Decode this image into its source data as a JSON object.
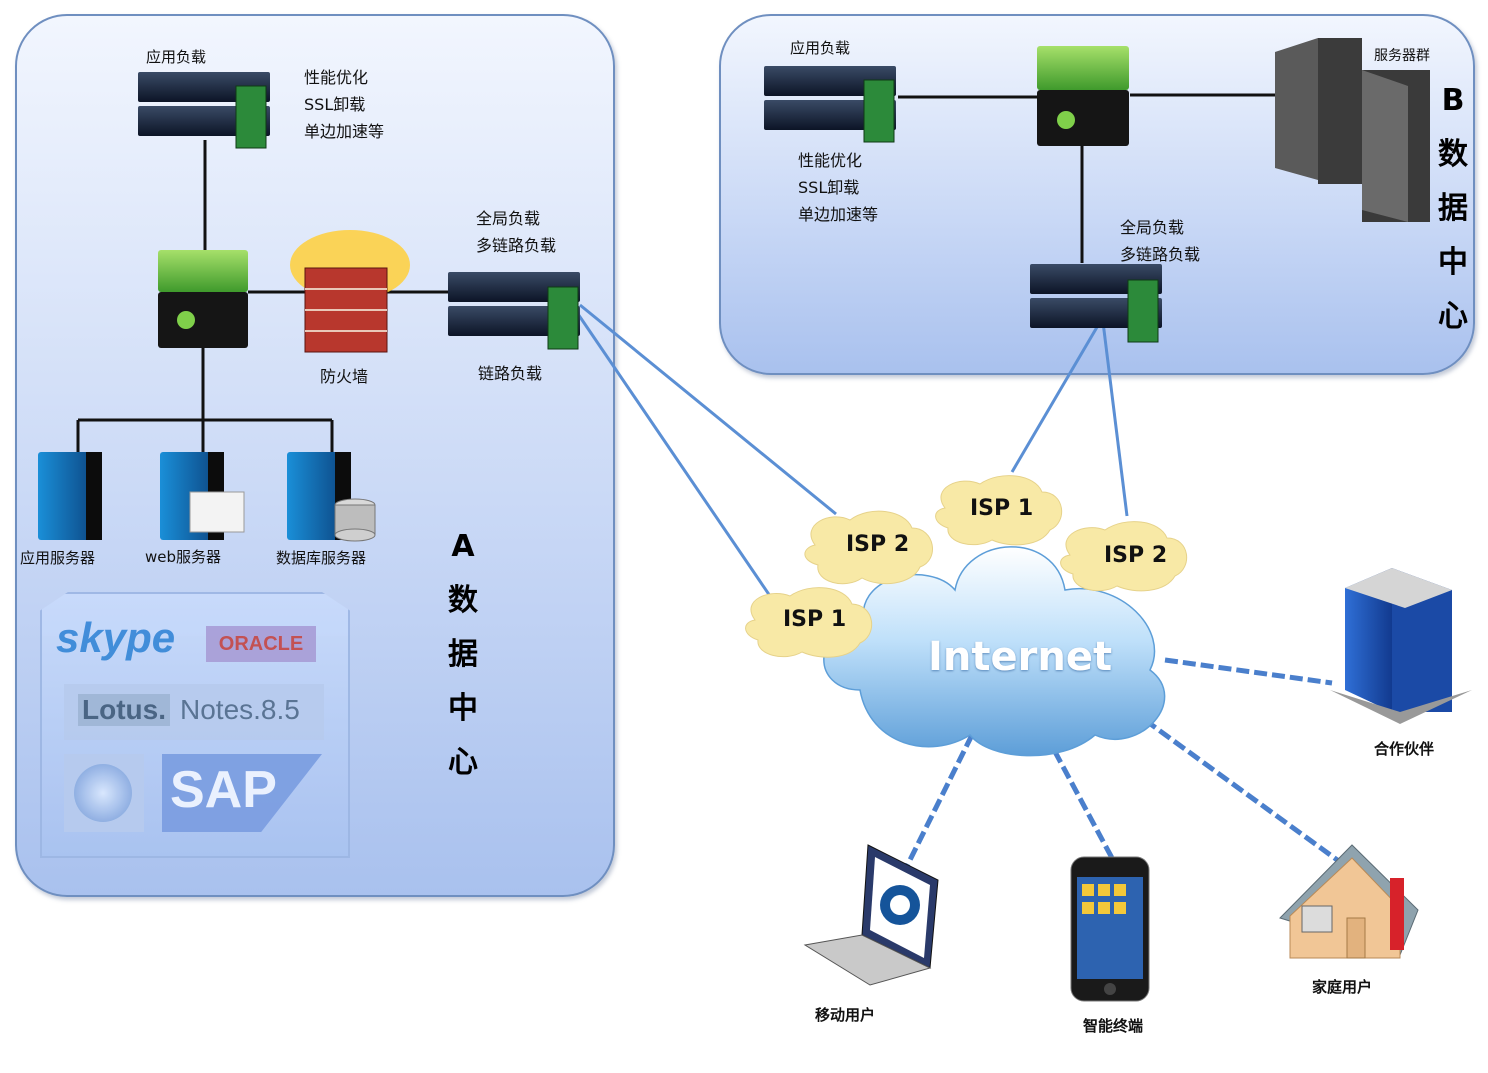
{
  "datacenter_a": {
    "title": [
      "A",
      "数",
      "据",
      "中",
      "心"
    ],
    "app_lb_label": "应用负载",
    "app_lb_features": [
      "性能优化",
      "SSL卸载",
      "单边加速等"
    ],
    "global_lb_label": [
      "全局负载",
      "多链路负载"
    ],
    "firewall_label": "防火墙",
    "link_lb_label": "链路负载",
    "servers": [
      "应用服务器",
      "web服务器",
      "数据库服务器"
    ],
    "apps": {
      "skype": "skype",
      "oracle": "ORACLE",
      "lotus": "Lotus.",
      "notes": "Notes.8.5",
      "sap": "SAP"
    }
  },
  "datacenter_b": {
    "title": [
      "B",
      "数",
      "据",
      "中",
      "心"
    ],
    "app_lb_label": "应用负载",
    "app_lb_features": [
      "性能优化",
      "SSL卸载",
      "单边加速等"
    ],
    "server_cluster_label": "服务器群",
    "global_lb_label": [
      "全局负载",
      "多链路负载"
    ]
  },
  "isp": {
    "a_isp2": "ISP 2",
    "a_isp1": "ISP 1",
    "b_isp1": "ISP 1",
    "b_isp2": "ISP 2"
  },
  "internet_label": "Internet",
  "endpoints": {
    "partner": "合作伙伴",
    "mobile": "移动用户",
    "smart": "智能终端",
    "home": "家庭用户"
  },
  "colors": {
    "panel_border": "#6f8fc0",
    "link_line": "#5b8fd4",
    "dashed_line": "#4a7fcc",
    "cloud": "#8fc0ea",
    "isp_bubble": "#f8e9a6"
  }
}
